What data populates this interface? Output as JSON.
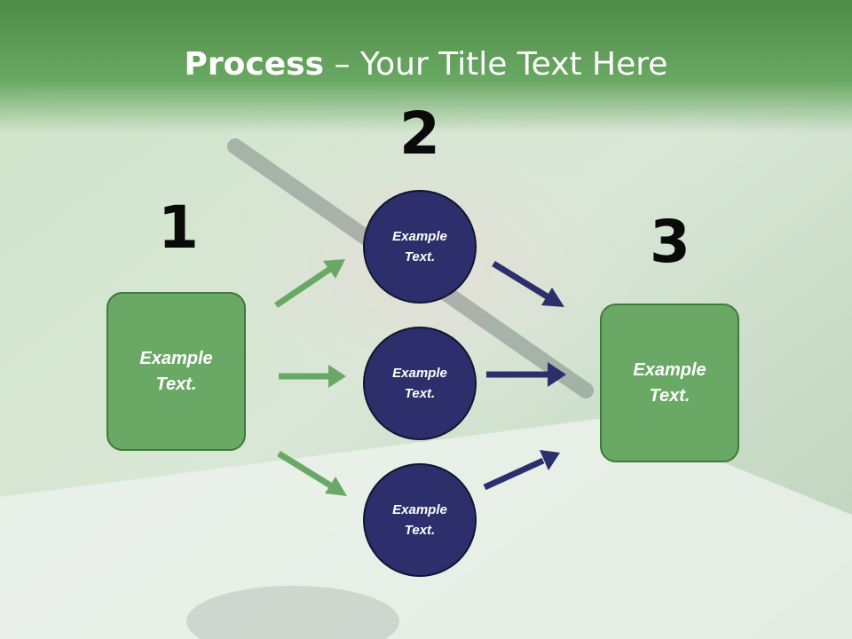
{
  "title": {
    "bold": "Process",
    "rest": " – Your Title Text Here"
  },
  "steps": [
    {
      "number": "1",
      "label": "Example\nText."
    },
    {
      "number": "2",
      "items": [
        "Example\nText.",
        "Example\nText.",
        "Example\nText."
      ]
    },
    {
      "number": "3",
      "label": "Example\nText."
    }
  ],
  "colors": {
    "green_box": "#6aa965",
    "navy_circle": "#2c2f6b",
    "green_arrow": "#6aa965",
    "navy_arrow": "#2c2f6b"
  }
}
